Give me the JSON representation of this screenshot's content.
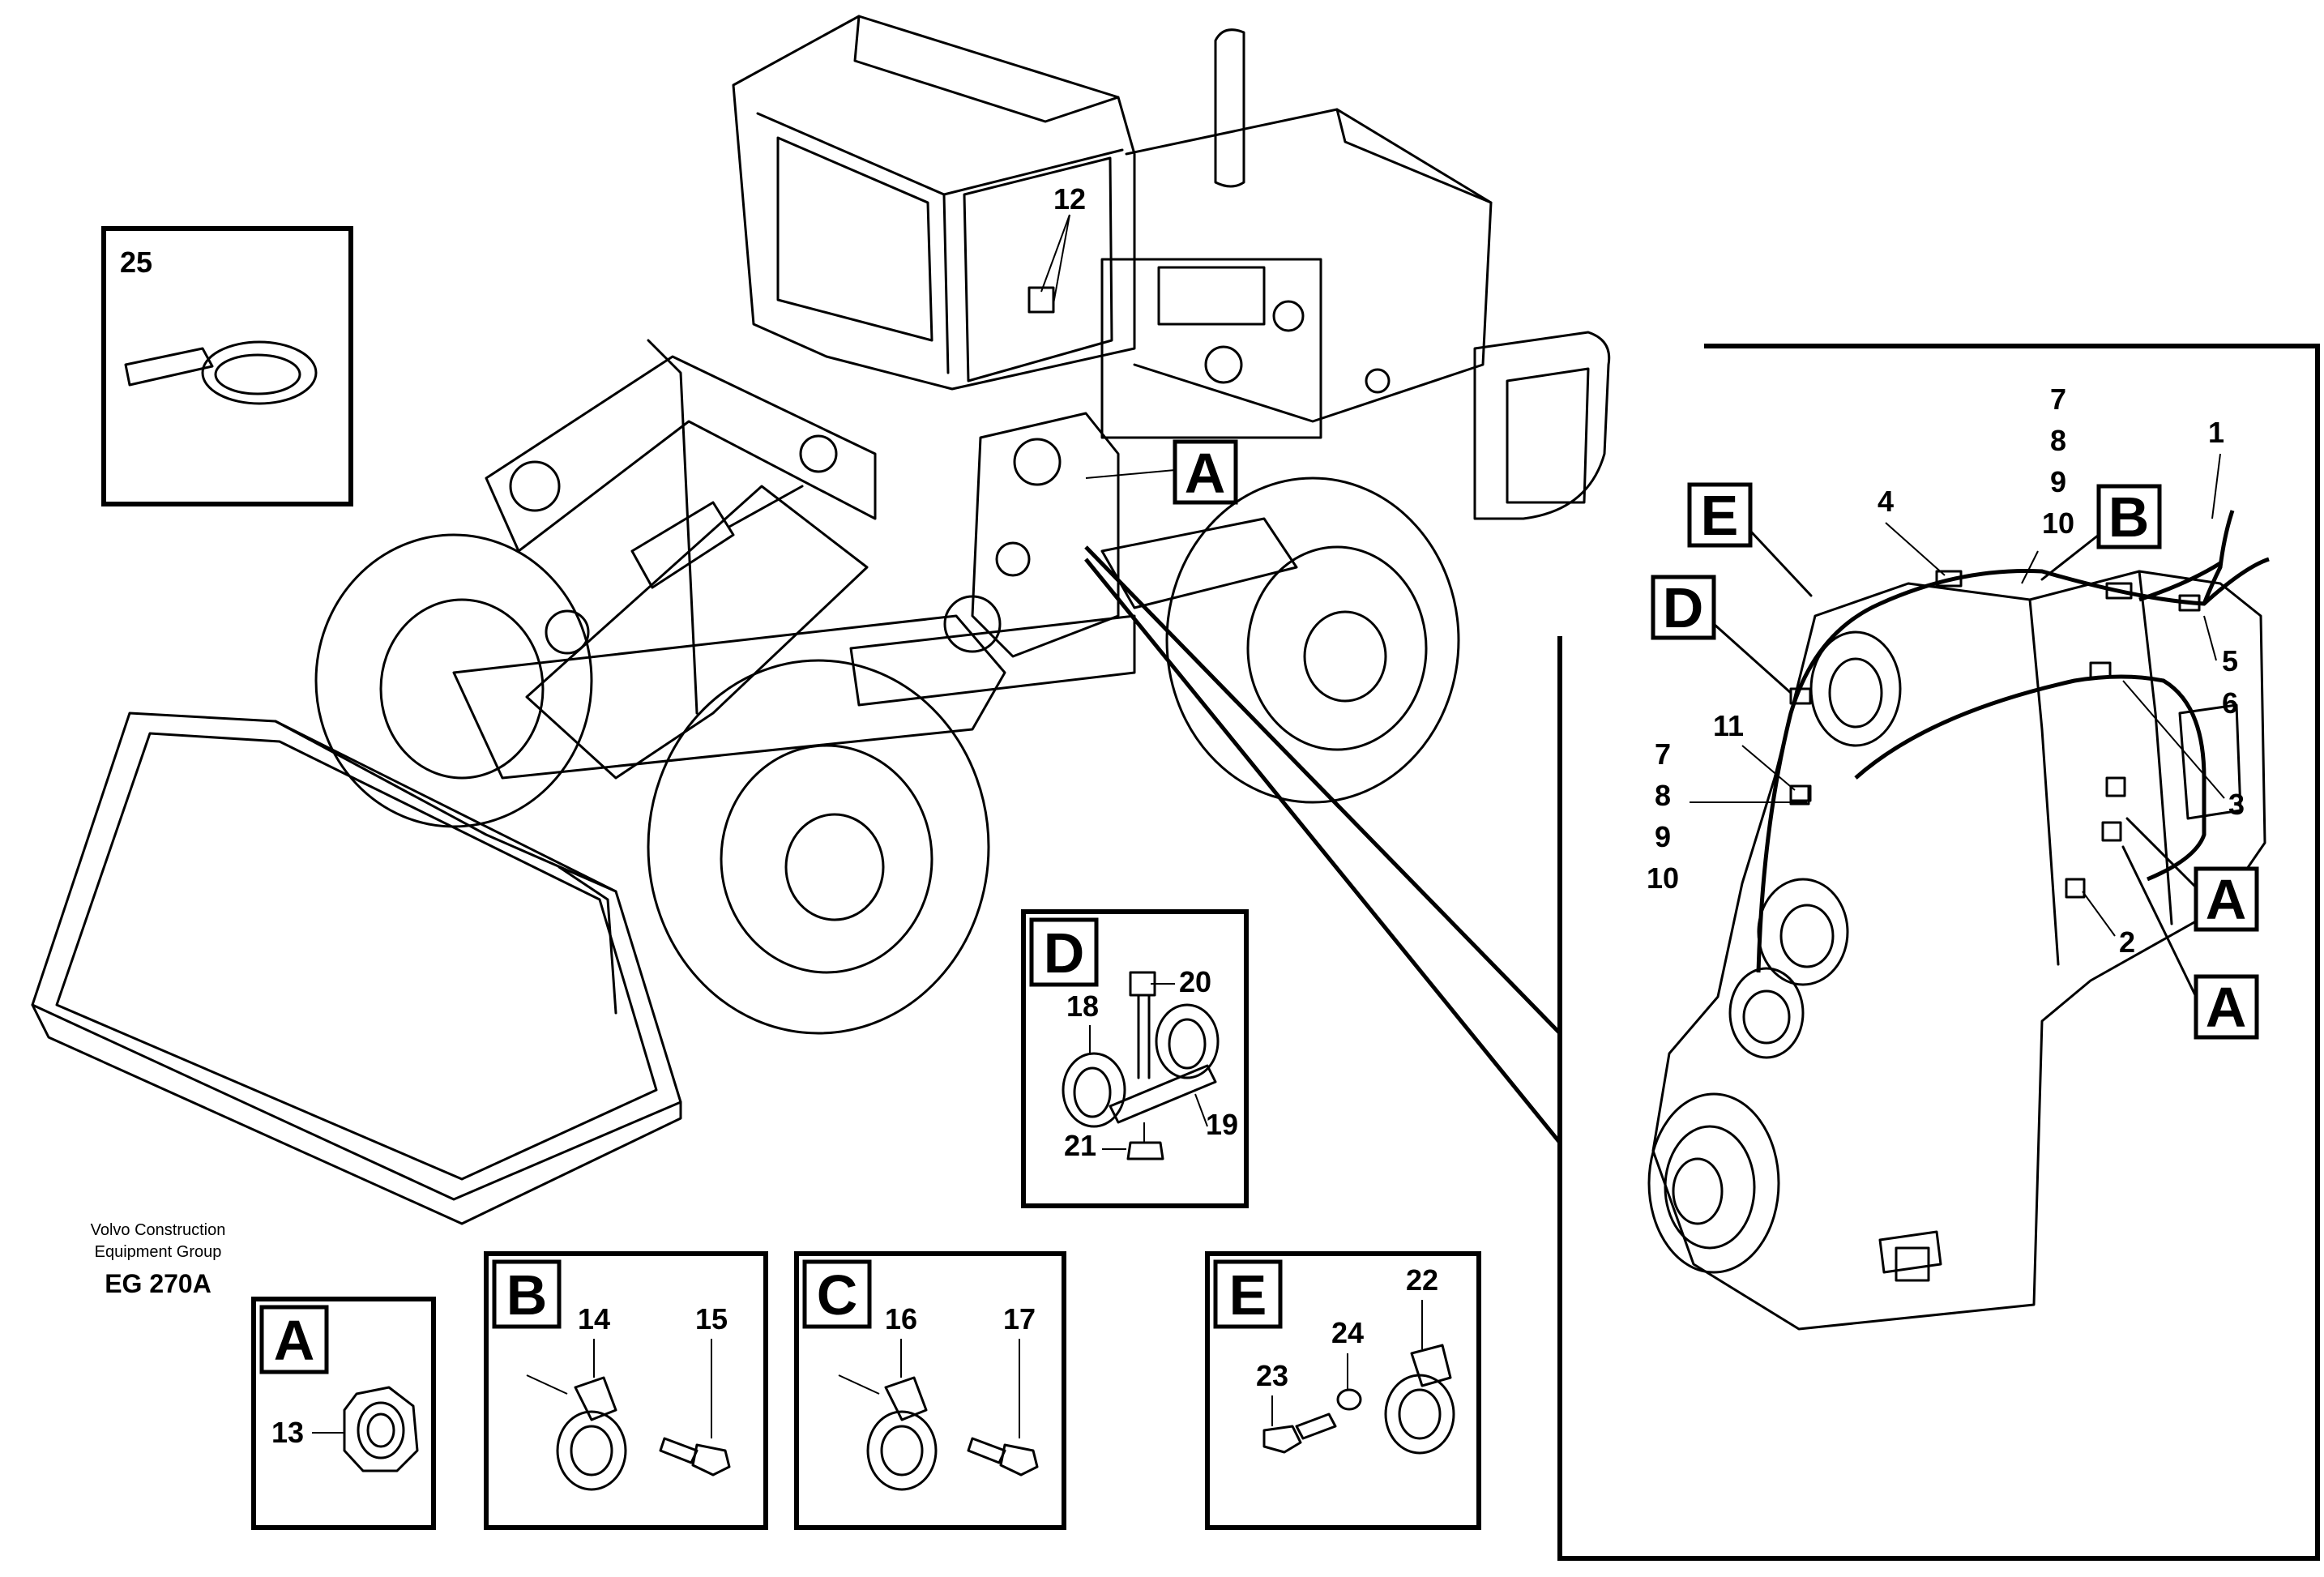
{
  "credit": {
    "line1": "Volvo Construction",
    "line2": "Equipment Group",
    "code": "EG 270A"
  },
  "main_view": {
    "callout_a": "A",
    "part_12": "12"
  },
  "detail_25": {
    "number": "25"
  },
  "detail_a": {
    "letter": "A",
    "part_13": "13"
  },
  "detail_b": {
    "letter": "B",
    "part_14": "14",
    "part_15": "15"
  },
  "detail_c": {
    "letter": "C",
    "part_16": "16",
    "part_17": "17"
  },
  "detail_d": {
    "letter": "D",
    "part_18": "18",
    "part_19": "19",
    "part_20": "20",
    "part_21": "21"
  },
  "detail_e": {
    "letter": "E",
    "part_22": "22",
    "part_23": "23",
    "part_24": "24"
  },
  "transmission_view": {
    "callout_b": "B",
    "callout_d": "D",
    "callout_e": "E",
    "callout_a_upper": "A",
    "callout_a_lower": "A",
    "part_1": "1",
    "part_2": "2",
    "part_3": "3",
    "part_4": "4",
    "part_5": "5",
    "part_6": "6",
    "part_11": "11",
    "group_top": [
      "7",
      "8",
      "9",
      "10"
    ],
    "group_left": [
      "7",
      "8",
      "9",
      "10"
    ]
  }
}
